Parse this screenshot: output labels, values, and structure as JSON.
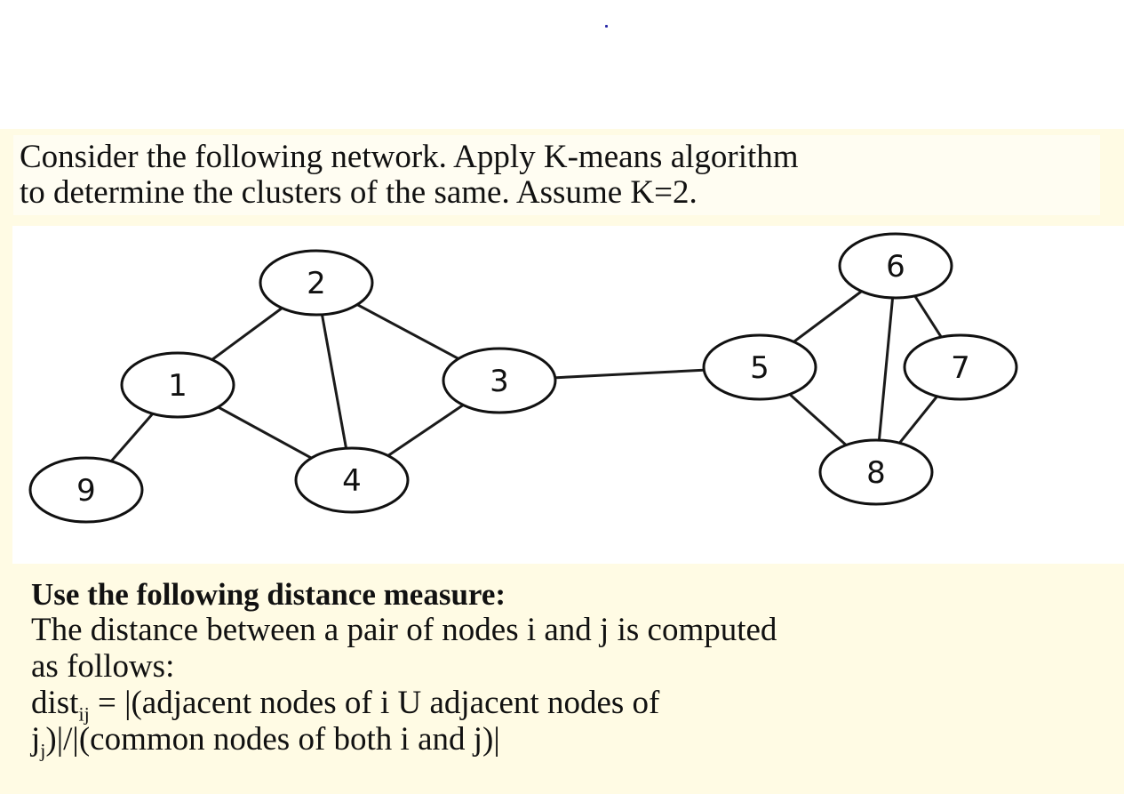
{
  "question": "Consider the following network. Apply K-means algorithm\nto determine the clusters of the same. Assume K=2.",
  "graph": {
    "nodes": [
      {
        "id": "1",
        "label": "1"
      },
      {
        "id": "2",
        "label": "2"
      },
      {
        "id": "3",
        "label": "3"
      },
      {
        "id": "4",
        "label": "4"
      },
      {
        "id": "5",
        "label": "5"
      },
      {
        "id": "6",
        "label": "6"
      },
      {
        "id": "7",
        "label": "7"
      },
      {
        "id": "8",
        "label": "8"
      },
      {
        "id": "9",
        "label": "9"
      }
    ],
    "edges": [
      [
        "1",
        "2"
      ],
      [
        "1",
        "4"
      ],
      [
        "1",
        "9"
      ],
      [
        "2",
        "3"
      ],
      [
        "2",
        "4"
      ],
      [
        "3",
        "4"
      ],
      [
        "3",
        "5"
      ],
      [
        "5",
        "6"
      ],
      [
        "5",
        "8"
      ],
      [
        "6",
        "7"
      ],
      [
        "6",
        "8"
      ],
      [
        "7",
        "8"
      ]
    ]
  },
  "measure": {
    "heading": "Use the following distance measure:",
    "description": "The distance between a  pair of nodes  i and j is computed\nas follows:",
    "formula_lead": "dist",
    "formula_sub": "ij",
    "formula_line1_rest": " = |(adjacent nodes of i U adjacent nodes of",
    "formula_line2_lead": "j",
    "formula_line2_sub": "j",
    "formula_line2_rest": ")|/|(common nodes of both i and j)|"
  }
}
